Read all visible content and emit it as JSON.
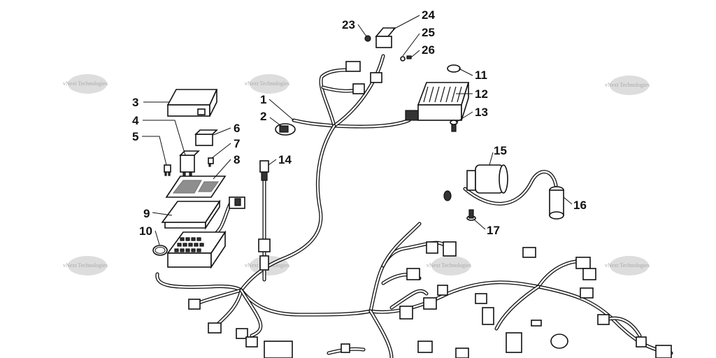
{
  "watermark": {
    "text": "vNext Technologies"
  },
  "callouts": [
    {
      "id": "1",
      "label": "1"
    },
    {
      "id": "2",
      "label": "2"
    },
    {
      "id": "3",
      "label": "3"
    },
    {
      "id": "4",
      "label": "4"
    },
    {
      "id": "5",
      "label": "5"
    },
    {
      "id": "6",
      "label": "6"
    },
    {
      "id": "7",
      "label": "7"
    },
    {
      "id": "8",
      "label": "8"
    },
    {
      "id": "9",
      "label": "9"
    },
    {
      "id": "10",
      "label": "10"
    },
    {
      "id": "11",
      "label": "11"
    },
    {
      "id": "12",
      "label": "12"
    },
    {
      "id": "13",
      "label": "13"
    },
    {
      "id": "14",
      "label": "14"
    },
    {
      "id": "15",
      "label": "15"
    },
    {
      "id": "16",
      "label": "16"
    },
    {
      "id": "17",
      "label": "17"
    },
    {
      "id": "23",
      "label": "23"
    },
    {
      "id": "24",
      "label": "24"
    },
    {
      "id": "25",
      "label": "25"
    },
    {
      "id": "26",
      "label": "26"
    }
  ]
}
